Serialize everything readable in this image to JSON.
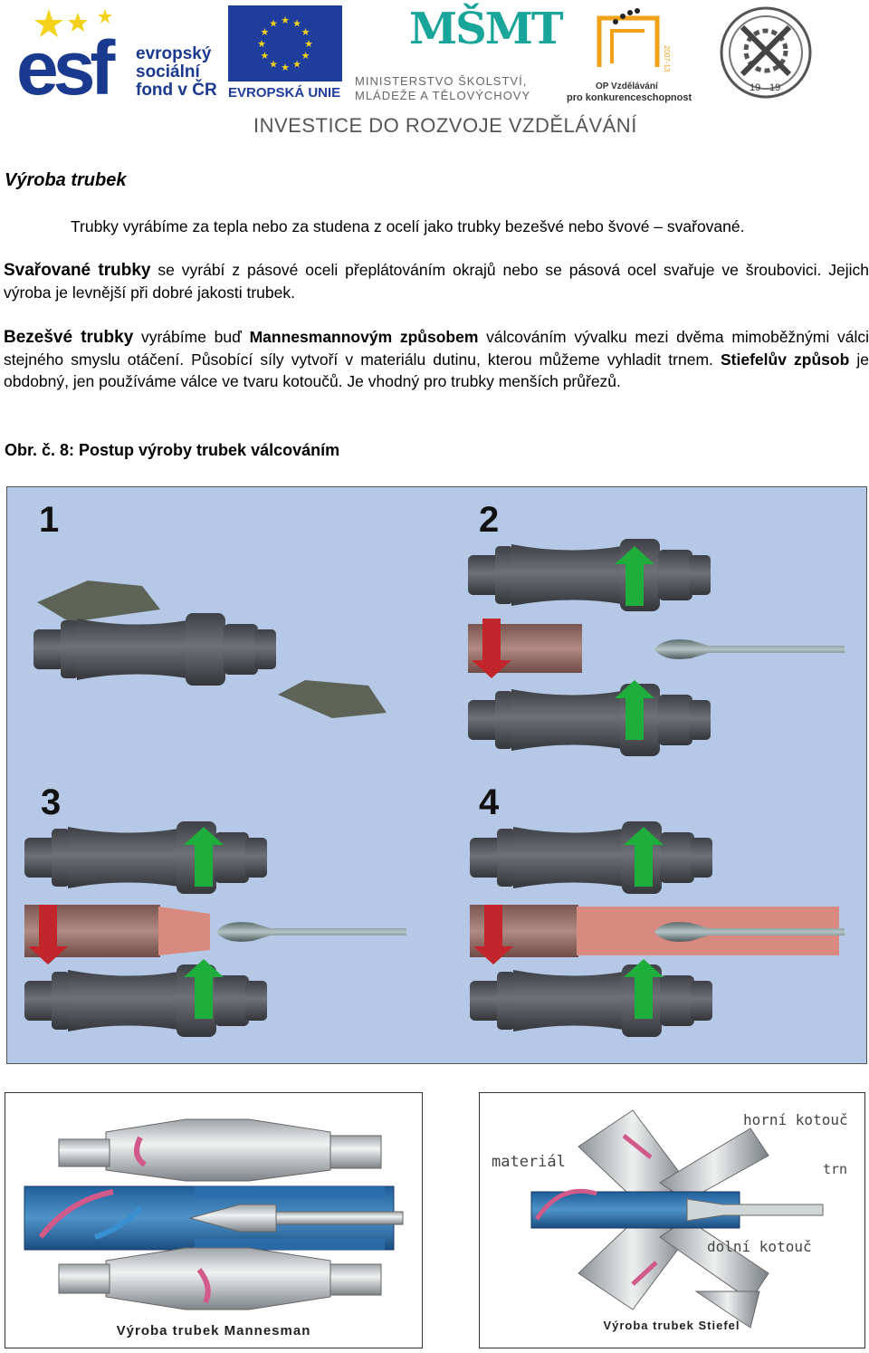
{
  "header": {
    "esf_logo": {
      "letters": "esf",
      "text_lines": [
        "evropský",
        "sociální",
        "fond v ČR"
      ]
    },
    "eu_logo": {
      "caption": "EVROPSKÁ UNIE"
    },
    "msmt_logo": {
      "mark": "MŠMT",
      "line1": "MINISTERSTVO ŠKOLSTVÍ,",
      "line2": "MLÁDEŽE A TĚLOVÝCHOVY"
    },
    "op_logo": {
      "year_mark": "2007-13",
      "line1": "OP Vzdělávání",
      "line2": "pro konkurenceschopnost"
    },
    "seal_logo": {
      "year_left": "19",
      "year_right": "19"
    },
    "tagline": "INVESTICE DO ROZVOJE VZDĚLÁVÁNÍ"
  },
  "document": {
    "title": "Výroba trubek",
    "p1": "Trubky vyrábíme za tepla nebo za studena z ocelí jako trubky bezešvé nebo švové – svařované.",
    "p2_term": "Svařované trubky",
    "p2_rest": " se vyrábí z pásové oceli přeplátováním okrajů nebo se pásová ocel svařuje ve šroubovici. Jejich výroba je levnější při dobré jakosti trubek.",
    "p3_term1": "Bezešvé trubky",
    "p3_part1": " vyrábíme buď ",
    "p3_term2": "Mannesmannovým způsobem",
    "p3_part2": " válcováním vývalku mezi dvěma mimoběžnými válci stejného smyslu otáčení. Působící síly vytvoří v materiálu dutinu, kterou můžeme vyhladit trnem. ",
    "p3_term3": "Stiefelův způsob",
    "p3_part3": " je obdobný, jen používáme válce ve tvaru kotoučů. Je vhodný pro trubky menších průřezů.",
    "caption": "Obr. č. 8: Postup výroby trubek válcováním"
  },
  "figure_main": {
    "panel_labels": [
      "1",
      "2",
      "3",
      "4"
    ],
    "colors": {
      "background": "#b5c9e6",
      "roll": "#5a5d63",
      "arrow_up": "#1fae3c",
      "arrow_down": "#c0262b",
      "billet": "#9a6e66",
      "tube": "#d98a80"
    }
  },
  "figure_left": {
    "caption": "Výroba trubek Mannesman"
  },
  "figure_right": {
    "caption": "Výroba trubek Stiefel",
    "label_material": "materiál",
    "label_upper": "horní kotouč",
    "label_mandrel": "trn",
    "label_lower": "dolní kotouč"
  }
}
